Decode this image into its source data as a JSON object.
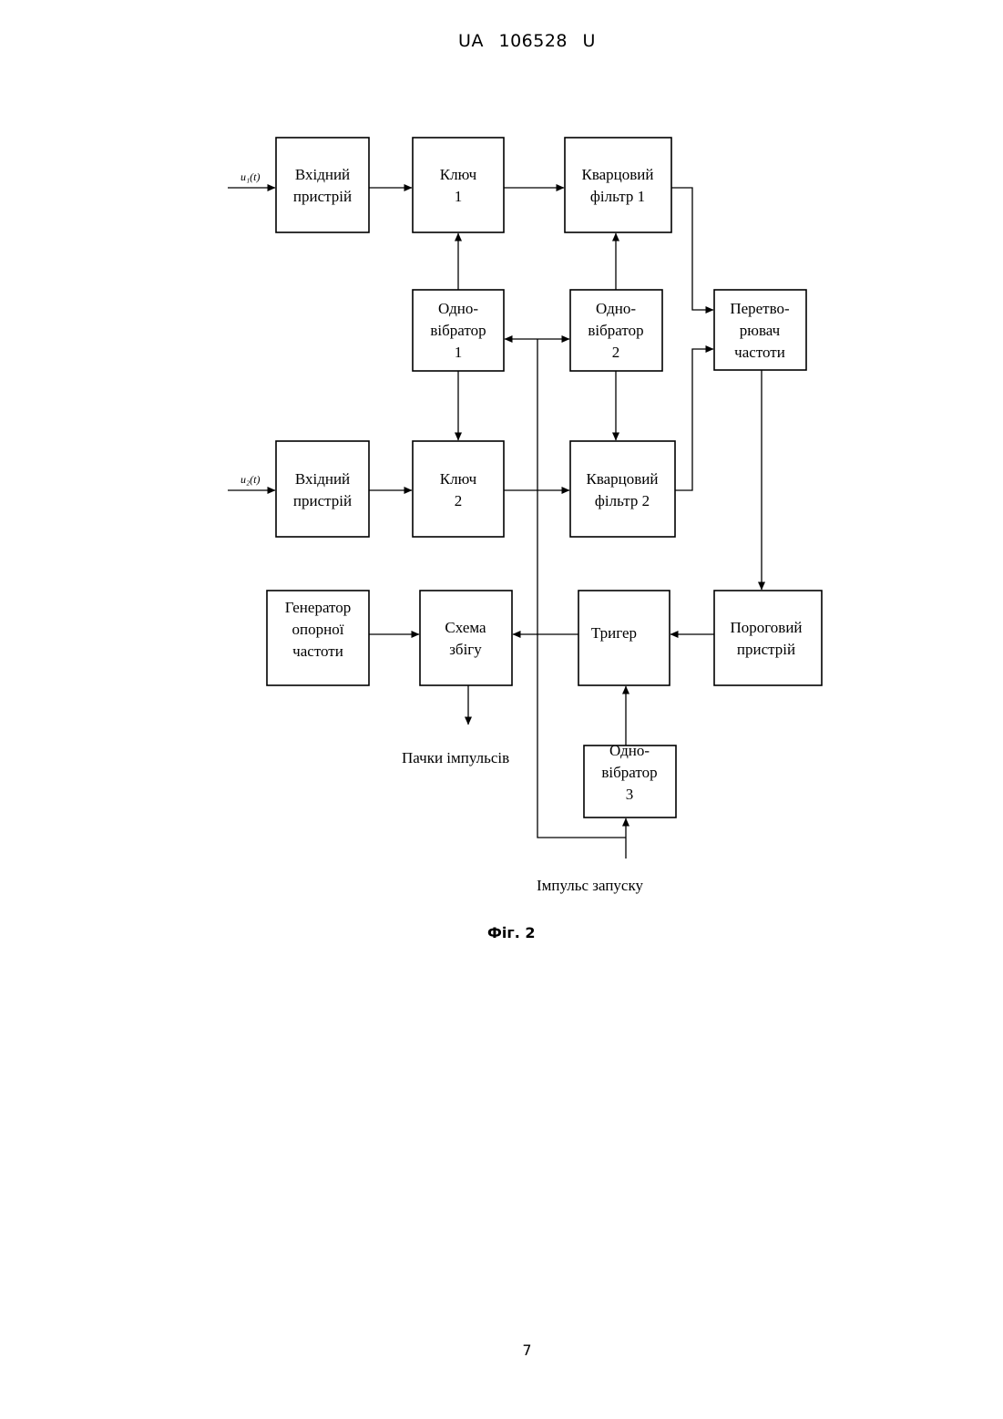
{
  "header": {
    "patent": "UA 106528 U"
  },
  "blocks": {
    "input_device_1": [
      "Вхідний",
      "пристрій"
    ],
    "key_1": [
      "Ключ",
      "1"
    ],
    "quartz_filter_1": [
      "Кварцовий",
      "фільтр 1"
    ],
    "monovibrator_1": [
      "Одно-",
      "вібратор",
      "1"
    ],
    "monovibrator_2": [
      "Одно-",
      "вібратор",
      "2"
    ],
    "frequency_converter": [
      "Перетво-",
      "рювач",
      "частоти"
    ],
    "input_device_2": [
      "Вхідний",
      "пристрій"
    ],
    "key_2": [
      "Ключ",
      "2"
    ],
    "quartz_filter_2": [
      "Кварцовий",
      "фільтр 2"
    ],
    "reference_generator": [
      "Генератор",
      "опорної",
      "частоти"
    ],
    "coincidence_circuit": [
      "Схема",
      "збігу"
    ],
    "trigger": [
      "Тригер"
    ],
    "threshold_device": [
      "Пороговий",
      "пристрій"
    ],
    "monovibrator_3": [
      "Одно-",
      "вібратор",
      "3"
    ]
  },
  "signals": {
    "input_1": "u₁(t)",
    "input_2": "u₂(t)",
    "output": "Пачки імпульсів",
    "start_pulse": "Імпульс запуску"
  },
  "caption": "Фіг. 2",
  "footer": {
    "page_number": "7"
  }
}
